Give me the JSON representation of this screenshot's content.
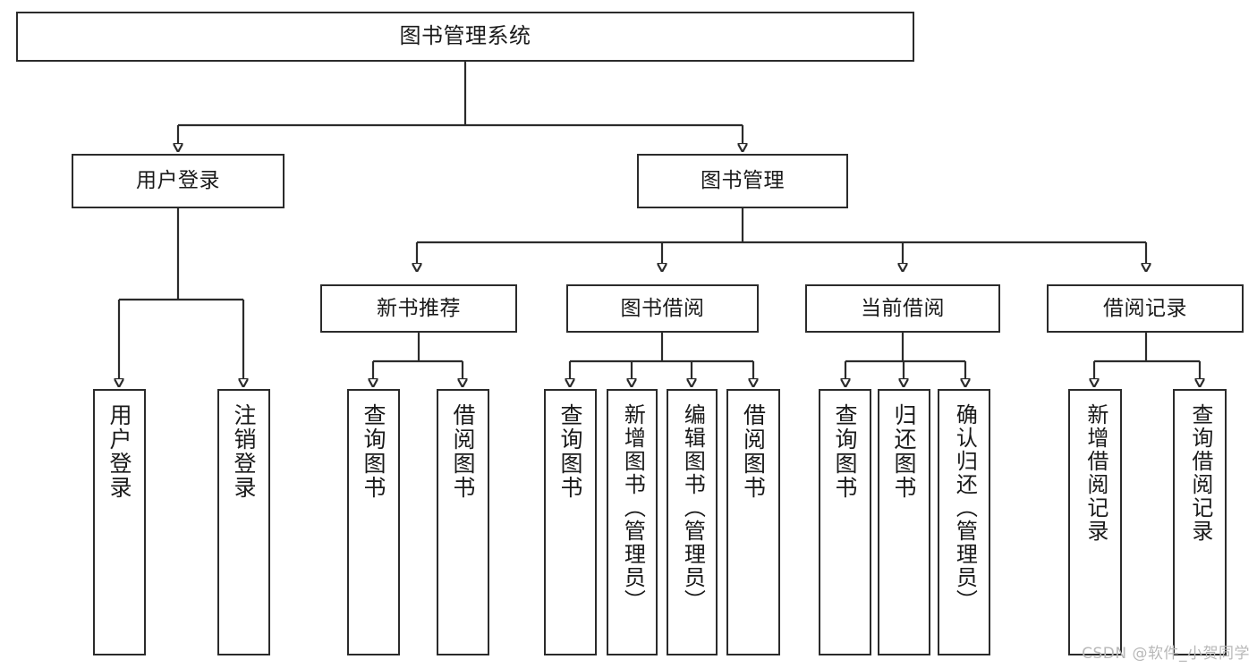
{
  "diagram": {
    "title": "图书管理系统",
    "type": "tree-hierarchy-diagram",
    "watermark": "CSDN @软件_小贺同学",
    "colors": {
      "stroke": "#2b2b2b",
      "fill": "#ffffff",
      "text": "#1a1a1a",
      "watermark": "#b8b8b8"
    },
    "levels": {
      "root": {
        "label": "图书管理系统"
      },
      "level2": [
        {
          "id": "user-login",
          "label": "用户登录"
        },
        {
          "id": "book-manage",
          "label": "图书管理"
        }
      ],
      "level3": [
        {
          "id": "new-book-recommend",
          "label": "新书推荐"
        },
        {
          "id": "book-borrow",
          "label": "图书借阅"
        },
        {
          "id": "current-borrow",
          "label": "当前借阅"
        },
        {
          "id": "borrow-record",
          "label": "借阅记录"
        }
      ],
      "leaves": {
        "user-login": [
          {
            "id": "leaf-user-login",
            "label": "用户登录"
          },
          {
            "id": "leaf-logout",
            "label": "注销登录"
          }
        ],
        "new-book-recommend": [
          {
            "id": "leaf-query-book-1",
            "label": "查询图书"
          },
          {
            "id": "leaf-borrow-book-1",
            "label": "借阅图书"
          }
        ],
        "book-borrow": [
          {
            "id": "leaf-query-book-2",
            "label": "查询图书"
          },
          {
            "id": "leaf-add-book",
            "label": "新增图书（管理员）"
          },
          {
            "id": "leaf-edit-book",
            "label": "编辑图书（管理员）"
          },
          {
            "id": "leaf-borrow-book-2",
            "label": "借阅图书"
          }
        ],
        "current-borrow": [
          {
            "id": "leaf-query-book-3",
            "label": "查询图书"
          },
          {
            "id": "leaf-return-book",
            "label": "归还图书"
          },
          {
            "id": "leaf-confirm-return",
            "label": "确认归还（管理员）"
          }
        ],
        "borrow-record": [
          {
            "id": "leaf-add-record",
            "label": "新增借阅记录"
          },
          {
            "id": "leaf-query-record",
            "label": "查询借阅记录"
          }
        ]
      }
    }
  }
}
